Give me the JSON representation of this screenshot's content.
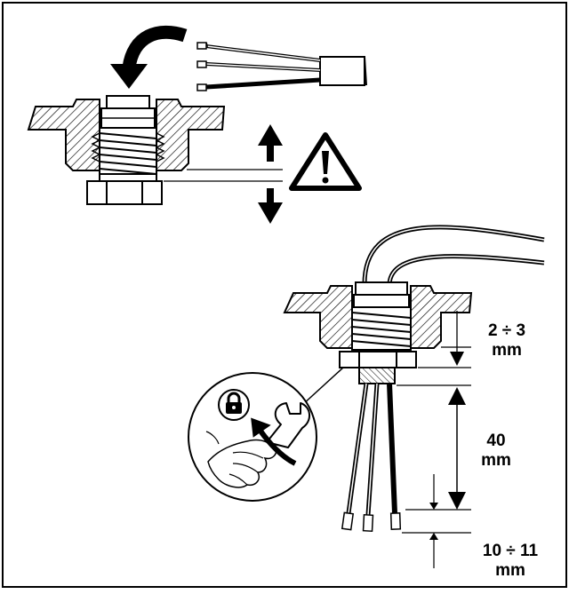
{
  "dimensions": {
    "seal_gap": {
      "value": "2 ÷ 3",
      "unit": "mm"
    },
    "strip_length": {
      "value": "40",
      "unit": "mm"
    },
    "wire_end": {
      "value": "10 ÷ 11",
      "unit": "mm"
    }
  },
  "icons": {
    "warning": "warning-triangle-icon",
    "lock": "padlock-icon",
    "wrench": "wrench-icon"
  },
  "colors": {
    "ink": "#000000",
    "paper": "#ffffff"
  }
}
